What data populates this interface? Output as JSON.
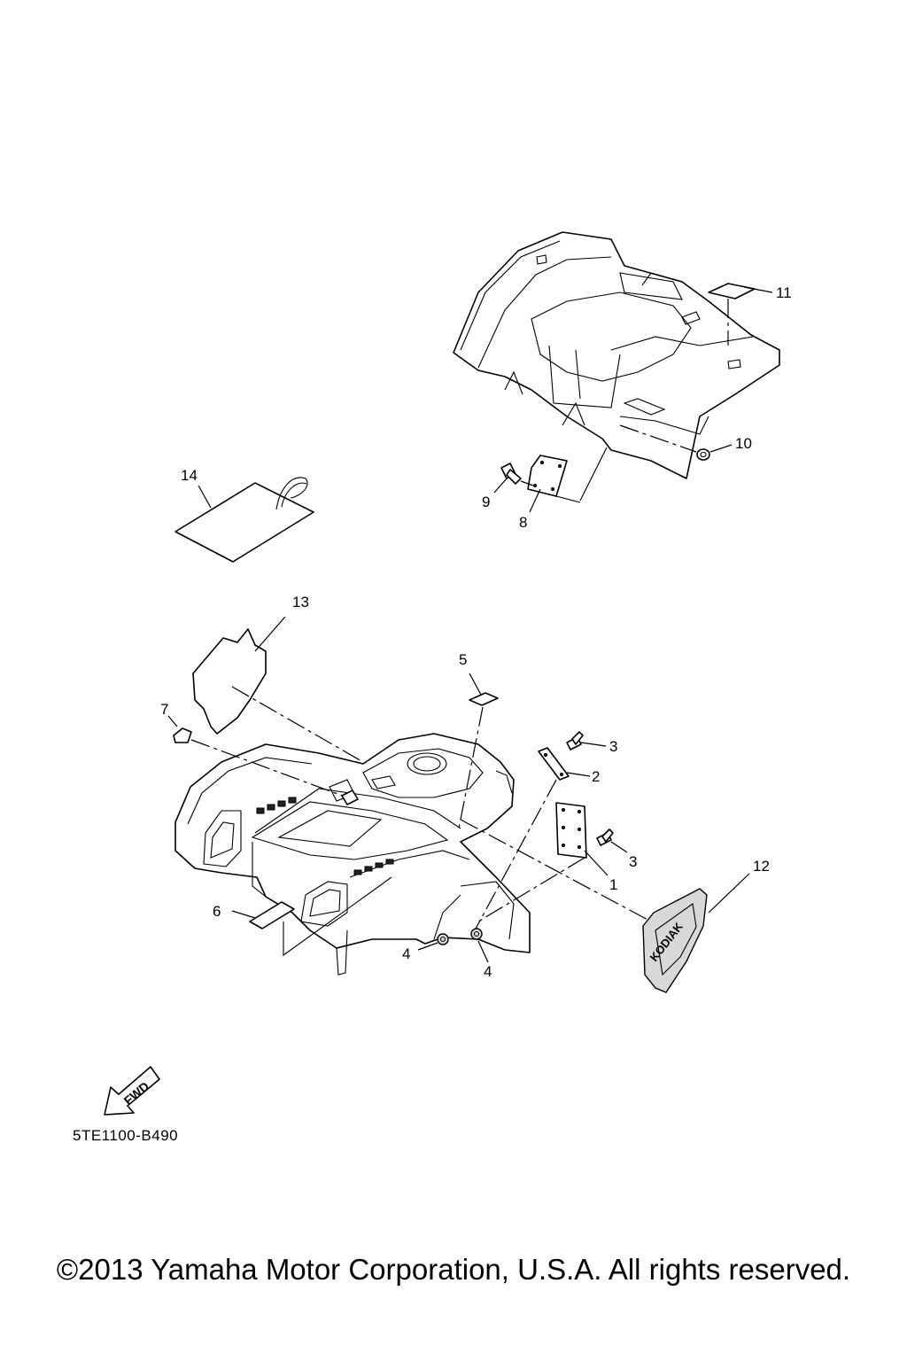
{
  "callouts": {
    "c1": "1",
    "c2": "2",
    "c3a": "3",
    "c3b": "3",
    "c4a": "4",
    "c4b": "4",
    "c5": "5",
    "c6": "6",
    "c7": "7",
    "c8": "8",
    "c9": "9",
    "c10": "10",
    "c11": "11",
    "c12": "12",
    "c13": "13",
    "c14": "14"
  },
  "fwd_label": "FWD",
  "emblem_text": "KODIAK",
  "diagram_code": "5TE1100-B490",
  "copyright": "©2013 Yamaha Motor Corporation, U.S.A. All rights reserved."
}
